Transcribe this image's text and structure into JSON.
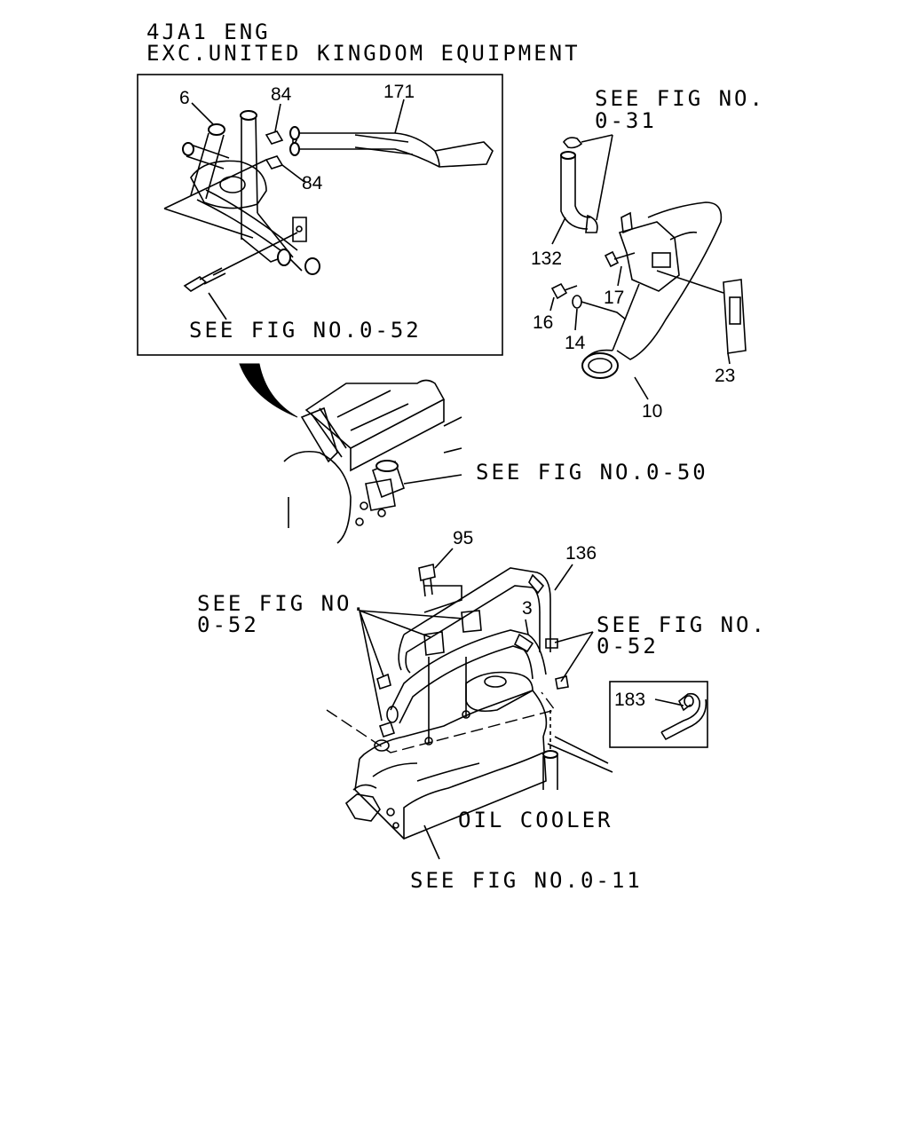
{
  "header": {
    "line1": "4JA1 ENG",
    "line2": "EXC.UNITED KINGDOM EQUIPMENT"
  },
  "references": {
    "inset_0_52": "SEE FIG NO.0-52",
    "fig_0_31_a": "SEE FIG NO.",
    "fig_0_31_b": "0-31",
    "fig_0_50": "SEE FIG NO.0-50",
    "left_0_52_a": "SEE FIG NO.",
    "left_0_52_b": "0-52",
    "right_0_52_a": "SEE FIG NO.",
    "right_0_52_b": "0-52",
    "fig_0_11": "SEE FIG NO.0-11",
    "oil_cooler": "OIL COOLER"
  },
  "part_numbers": {
    "p6": "6",
    "p84a": "84",
    "p84b": "84",
    "p171": "171",
    "p132": "132",
    "p17": "17",
    "p16": "16",
    "p14": "14",
    "p23": "23",
    "p10": "10",
    "p95": "95",
    "p136": "136",
    "p3": "3",
    "p183": "183"
  }
}
